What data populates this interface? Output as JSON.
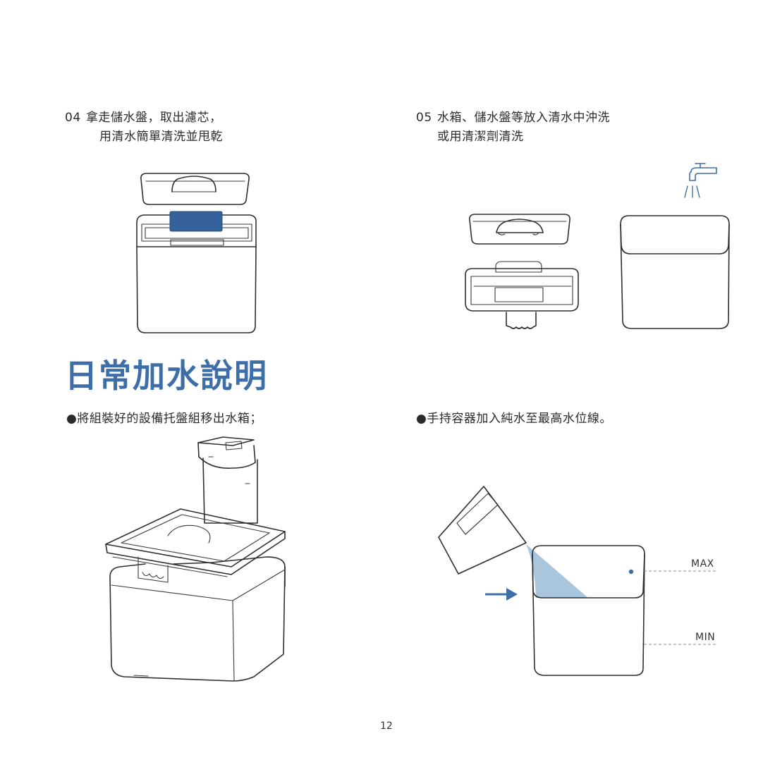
{
  "steps": [
    {
      "number": "04",
      "line1": "拿走儲水盤，取出濾芯，",
      "line2": "用清水簡單清洗並甩乾"
    },
    {
      "number": "05",
      "line1": "水箱、儲水盤等放入清水中沖洗",
      "line2": "或用清潔劑清洗"
    }
  ],
  "section": {
    "title": "日常加水說明",
    "bullets": [
      {
        "dot": "●",
        "text": "將組裝好的設備托盤組移出水箱；"
      },
      {
        "dot": "●",
        "text": "手持容器加入純水至最高水位線。"
      }
    ]
  },
  "levels": {
    "max": "MAX",
    "min": "MIN"
  },
  "page_number": "12",
  "colors": {
    "accent_blue": "#3d6ea8",
    "filter_blue": "#35619a",
    "water_blue": "#a9c6dc",
    "line": "#2f2f2f"
  }
}
